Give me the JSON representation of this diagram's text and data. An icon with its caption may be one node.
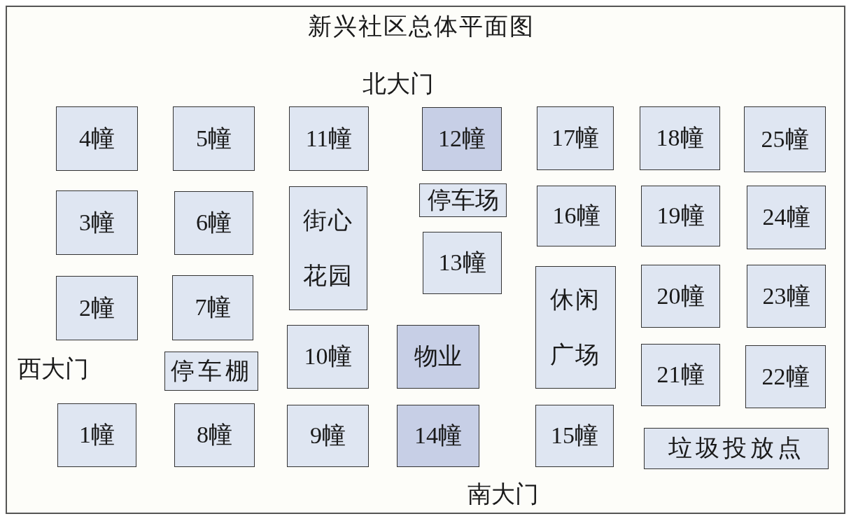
{
  "diagram": {
    "title": "新兴社区总体平面图",
    "nodes": [
      {
        "text": [
          "4幢"
        ]
      },
      {
        "text": [
          "5幢"
        ]
      },
      {
        "text": [
          "11幢"
        ]
      },
      {
        "text": [
          "12幢"
        ]
      },
      {
        "text": [
          "17幢"
        ]
      },
      {
        "text": [
          "18幢"
        ]
      },
      {
        "text": [
          "25幢"
        ]
      },
      {
        "text": [
          "停车场"
        ]
      },
      {
        "text": [
          "3幢"
        ]
      },
      {
        "text": [
          "6幢"
        ]
      },
      {
        "text": [
          "街心花园"
        ]
      },
      {
        "text": [
          "16幢"
        ]
      },
      {
        "text": [
          "19幢"
        ]
      },
      {
        "text": [
          "24幢"
        ]
      },
      {
        "text": [
          "13幢"
        ]
      },
      {
        "text": [
          "2幢"
        ]
      },
      {
        "text": [
          "7幢"
        ]
      },
      {
        "text": [
          "休闲广场"
        ]
      },
      {
        "text": [
          "20幢"
        ]
      },
      {
        "text": [
          "23幢"
        ]
      },
      {
        "text": [
          "10幢"
        ]
      },
      {
        "text": [
          "物业"
        ]
      },
      {
        "text": [
          "停车棚"
        ]
      },
      {
        "text": [
          "21幢"
        ]
      },
      {
        "text": [
          "22幢"
        ]
      },
      {
        "text": [
          "1幢"
        ]
      },
      {
        "text": [
          "8幢"
        ]
      },
      {
        "text": [
          "9幢"
        ]
      },
      {
        "text": [
          "14幢"
        ]
      },
      {
        "text": [
          "15幢"
        ]
      },
      {
        "text": [
          "垃圾投放点"
        ]
      }
    ],
    "labels": [
      "北大门",
      "西大门",
      "南大门"
    ]
  }
}
